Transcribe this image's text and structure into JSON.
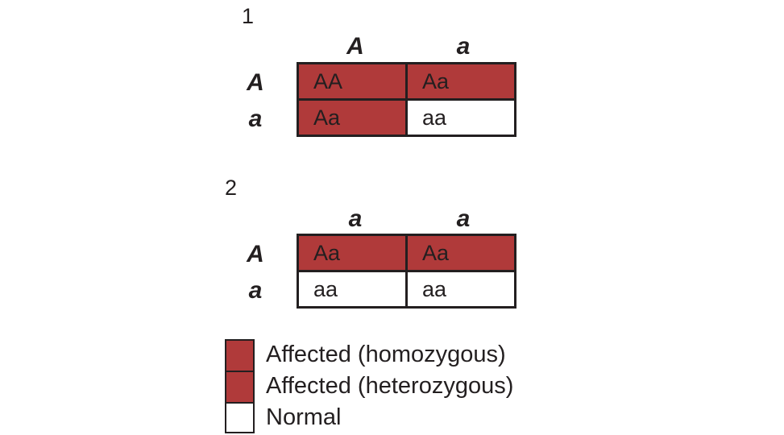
{
  "colors": {
    "affected": "#b03a3a",
    "normal": "#ffffff",
    "border": "#231f20"
  },
  "panels": [
    {
      "label": "1",
      "col_alleles": [
        "A",
        "a"
      ],
      "row_alleles": [
        "A",
        "a"
      ],
      "cells": [
        [
          {
            "genotype": "AA",
            "status": "affected"
          },
          {
            "genotype": "Aa",
            "status": "affected"
          }
        ],
        [
          {
            "genotype": "Aa",
            "status": "affected"
          },
          {
            "genotype": "aa",
            "status": "normal"
          }
        ]
      ]
    },
    {
      "label": "2",
      "col_alleles": [
        "a",
        "a"
      ],
      "row_alleles": [
        "A",
        "a"
      ],
      "cells": [
        [
          {
            "genotype": "Aa",
            "status": "affected"
          },
          {
            "genotype": "Aa",
            "status": "affected"
          }
        ],
        [
          {
            "genotype": "aa",
            "status": "normal"
          },
          {
            "genotype": "aa",
            "status": "normal"
          }
        ]
      ]
    }
  ],
  "legend": [
    {
      "label": "Affected (homozygous)",
      "status": "affected"
    },
    {
      "label": "Affected (heterozygous)",
      "status": "affected"
    },
    {
      "label": "Normal",
      "status": "normal"
    }
  ]
}
